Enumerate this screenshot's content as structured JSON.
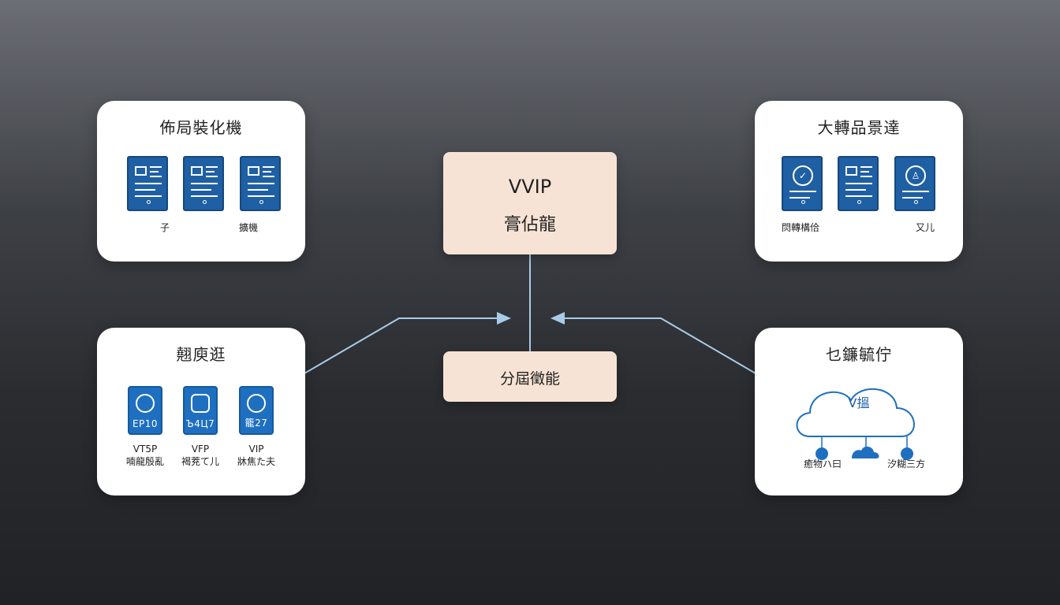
{
  "colors": {
    "card_background": "#ffffff",
    "center_box_background": "#f7e3d5",
    "icon_blue": "#1f5fa3",
    "connector": "#a8cce8"
  },
  "top_left": {
    "title": "佈局裝化機",
    "labels": [
      "子",
      "擴機"
    ]
  },
  "top_right": {
    "title": "大轉品景達",
    "labels": [
      "焛轉構佮",
      "又儿"
    ]
  },
  "bottom_left": {
    "title": "翹庾逛",
    "tiles": [
      {
        "code": "ЕР10",
        "caption_1": "VT5P",
        "caption_2": "喃龍殷亂"
      },
      {
        "code": "Ъ4Ц7",
        "caption_1": "VFP",
        "caption_2": "褐茺て儿"
      },
      {
        "code": "籠27",
        "caption_1": "VIP",
        "caption_2": "牀焦た夫"
      }
    ]
  },
  "bottom_right": {
    "title": "乜鐮毓佇",
    "cloud_label": "V搵",
    "node_labels": [
      "癒物ハ曰",
      "汐糊三方"
    ]
  },
  "center_top": {
    "line1": "VVIP",
    "line2": "膏佔龍"
  },
  "center_bottom": {
    "label": "分屆徵能"
  }
}
